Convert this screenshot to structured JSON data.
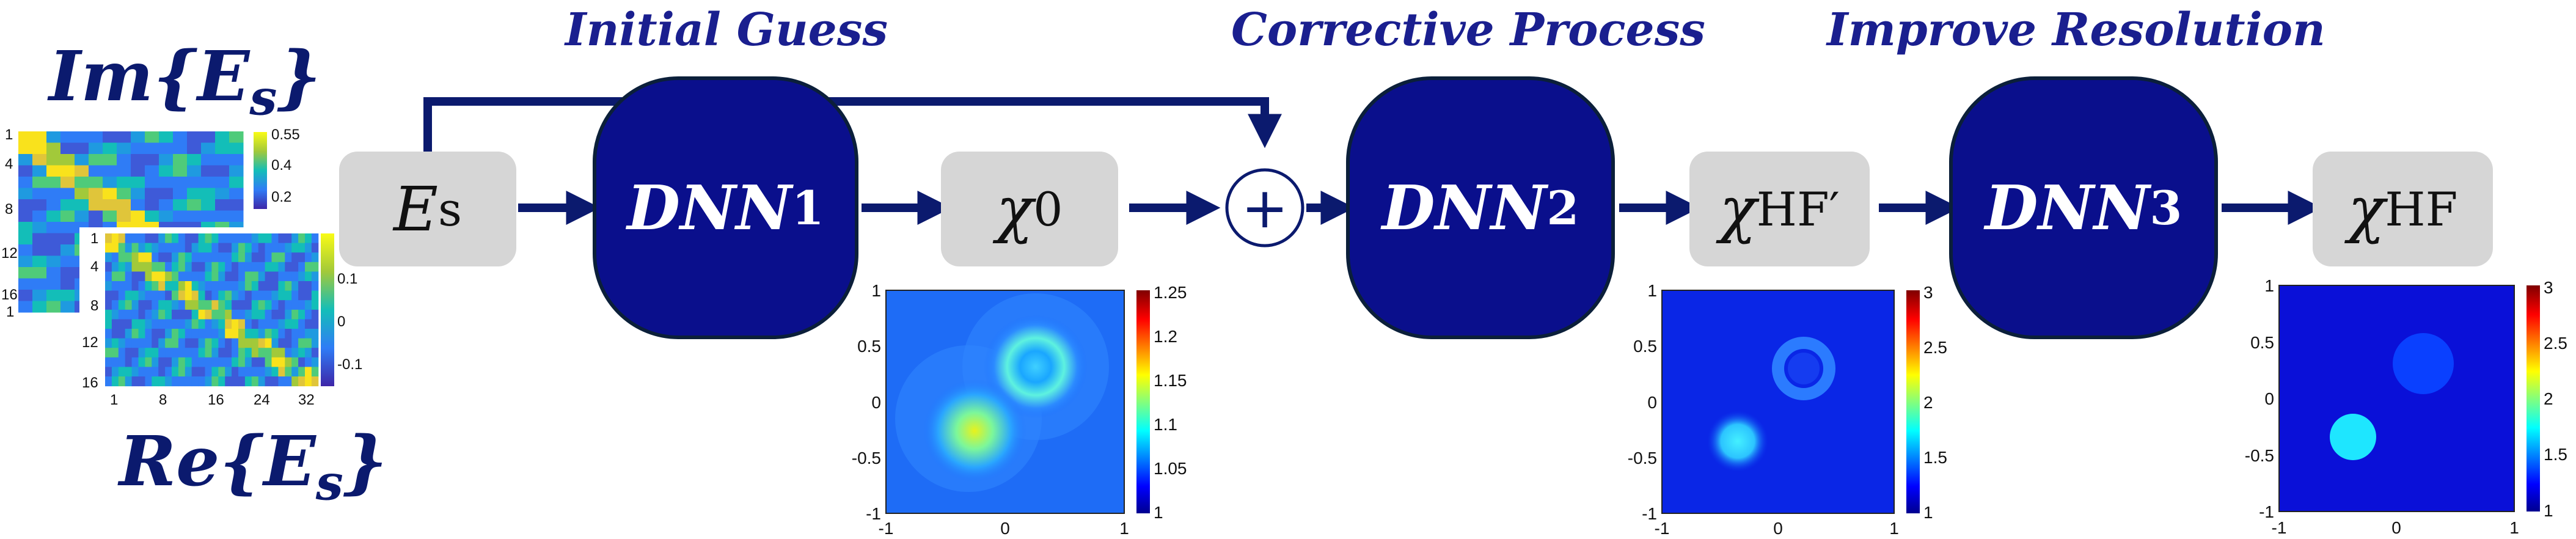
{
  "stages": {
    "initial": "Initial Guess",
    "corrective": "Corrective Process",
    "improve": "Improve Resolution"
  },
  "labels": {
    "im_prefix": "Im",
    "re_prefix": "Re",
    "e_letter": "E",
    "s_sub": "s",
    "chi": "χ",
    "chi0_sub": "0",
    "hfp_sub": "HF′",
    "hf_sub": "HF",
    "plus": "+"
  },
  "blocks": {
    "dnn_text": "DNN",
    "dnn1_sub": "1",
    "dnn2_sub": "2",
    "dnn3_sub": "3"
  },
  "heatmaps": {
    "im": {
      "y_ticks": [
        "1",
        "4",
        "8",
        "12",
        "16"
      ],
      "x_ticks": [
        "1"
      ],
      "cbar_ticks": [
        "0.55",
        "0.4",
        "0.2"
      ]
    },
    "re": {
      "y_ticks": [
        "1",
        "4",
        "8",
        "12",
        "16"
      ],
      "x_ticks": [
        "1",
        "8",
        "16",
        "24",
        "32"
      ],
      "cbar_ticks": [
        "0.1",
        "0",
        "-0.1"
      ]
    }
  },
  "images": {
    "chi0": {
      "axis_ticks": [
        "1",
        "0.5",
        "0",
        "-0.5",
        "-1"
      ],
      "x_ticks": [
        "-1",
        "0",
        "1"
      ],
      "cbar_ticks": [
        "1.25",
        "1.2",
        "1.15",
        "1.1",
        "1.05",
        "1"
      ]
    },
    "hfp": {
      "axis_ticks": [
        "1",
        "0.5",
        "0",
        "-0.5",
        "-1"
      ],
      "x_ticks": [
        "-1",
        "0",
        "1"
      ],
      "cbar_ticks": [
        "3",
        "2.5",
        "2",
        "1.5",
        "1"
      ]
    },
    "hf": {
      "axis_ticks": [
        "1",
        "0.5",
        "0",
        "-0.5",
        "-1"
      ],
      "x_ticks": [
        "-1",
        "0",
        "1"
      ],
      "cbar_ticks": [
        "3",
        "2.5",
        "2",
        "1.5",
        "1"
      ]
    }
  },
  "colors": {
    "navy": "#0a0f8c",
    "arrow": "#0b1a6e",
    "box": "#d6d6d6",
    "title": "#1a1f8f"
  }
}
